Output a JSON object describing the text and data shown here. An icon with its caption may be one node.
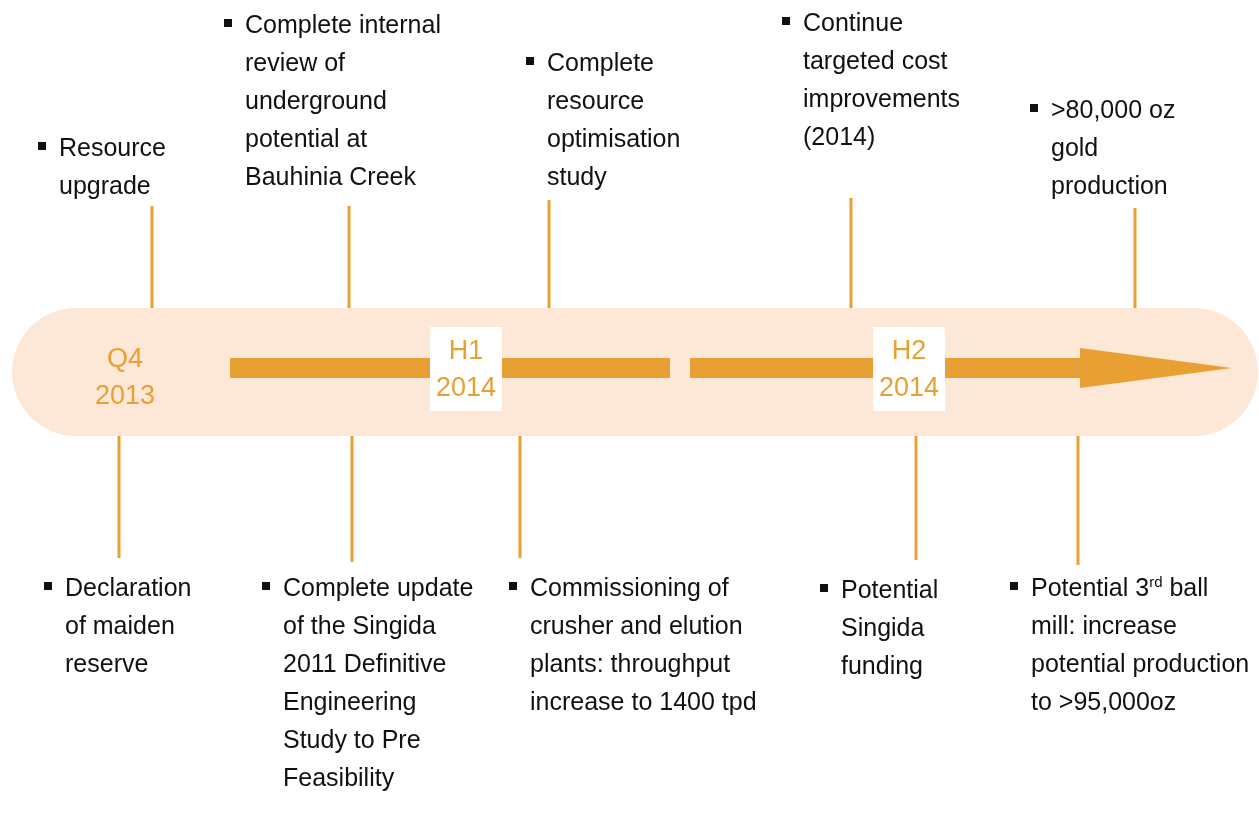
{
  "diagram": {
    "nodes": [
      {
        "text": [
          "Resource upgrade"
        ]
      },
      {
        "text": [
          "Complete internal review of underground potential at Bauhinia Creek"
        ]
      },
      {
        "text": [
          "Complete resource optimisation study"
        ]
      },
      {
        "text": [
          "Continue targeted cost improvements (2014)"
        ]
      },
      {
        "text": [
          ">80,000 oz gold production"
        ]
      },
      {
        "text": [],
        "shape": "box"
      },
      {
        "text": [
          "Q4 2013"
        ],
        "in": 5
      },
      {
        "text": [
          "H1 2014"
        ],
        "in": 5
      },
      {
        "text": [
          "H2 2014"
        ],
        "in": 5
      },
      {
        "text": [
          "Declaration of maiden reserve"
        ]
      },
      {
        "text": [
          "Complete update of the Singida 2011 Definitive Engineering Study to Pre Feasibility"
        ]
      },
      {
        "text": [
          "Commissioning of crusher and elution plants: throughput increase to 1400 tpd"
        ]
      },
      {
        "text": [
          "Potential Singida funding"
        ]
      },
      {
        "text": [
          "Potential 3$^{rd}$ ball mill: increase potential production to >95,000oz"
        ]
      }
    ],
    "edges": [
      {
        "from": 0,
        "to": 5,
        "arrow": "none"
      },
      {
        "from": 1,
        "to": 5,
        "arrow": "none"
      },
      {
        "from": 2,
        "to": 5,
        "arrow": "none"
      },
      {
        "from": 3,
        "to": 5,
        "arrow": "none"
      },
      {
        "from": 4,
        "to": 5,
        "arrow": "none"
      },
      {
        "from": 9,
        "to": 5,
        "arrow": "none"
      },
      {
        "from": 10,
        "to": 5,
        "arrow": "none"
      },
      {
        "from": 11,
        "to": 5,
        "arrow": "none"
      },
      {
        "from": 12,
        "to": 5,
        "arrow": "none"
      },
      {
        "from": 13,
        "to": 5,
        "arrow": "none"
      }
    ]
  }
}
